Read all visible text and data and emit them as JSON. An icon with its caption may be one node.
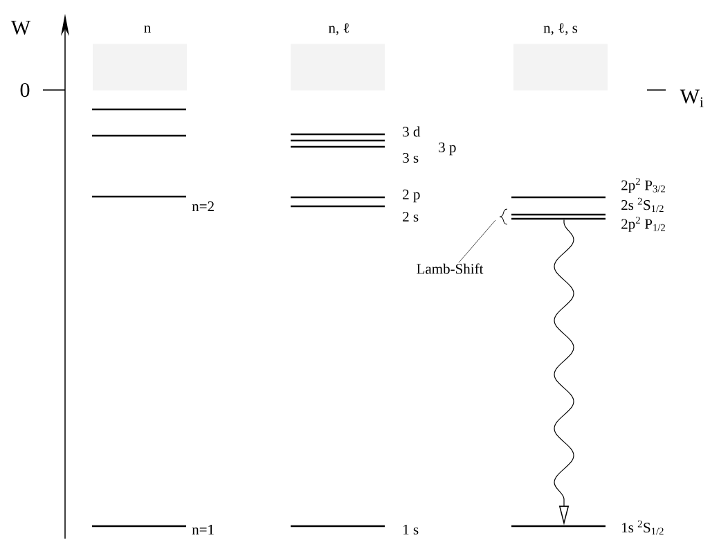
{
  "diagram": {
    "nodes": [
      {
        "text": [
          "n"
        ]
      },
      {
        "text": [
          "n, ℓ"
        ]
      },
      {
        "text": [
          "n, ℓ, s"
        ]
      },
      {
        "text": [],
        "shape": "bar"
      },
      {
        "text": [],
        "shape": "bar"
      },
      {
        "text": [],
        "shape": "bar",
        "beside": [
          "n=2"
        ]
      },
      {
        "text": [],
        "shape": "bar",
        "beside": [
          "n=1"
        ]
      },
      {
        "text": [],
        "shape": "bar",
        "beside": [
          "3 d"
        ]
      },
      {
        "text": [],
        "shape": "bar",
        "beside": [
          "3 p"
        ]
      },
      {
        "text": [],
        "shape": "bar",
        "beside": [
          "3 s"
        ]
      },
      {
        "text": [],
        "shape": "bar",
        "beside": [
          "2 p"
        ]
      },
      {
        "text": [],
        "shape": "bar",
        "beside": [
          "2 s"
        ]
      },
      {
        "text": [],
        "shape": "bar",
        "beside": [
          "1 s"
        ]
      },
      {
        "text": [],
        "shape": "bar",
        "beside": [
          "2p$^{2}$ P$_{3/2}$"
        ]
      },
      {
        "text": [],
        "shape": "bar",
        "beside": [
          "2s $^{2}$S$_{1/2}$"
        ]
      },
      {
        "text": [],
        "shape": "bar",
        "beside": [
          "2p$^{2}$ P$_{1/2}$"
        ]
      },
      {
        "text": [],
        "shape": "bar",
        "beside": [
          "1s $^{2}$S$_{1/2}$"
        ]
      },
      {
        "text": [
          "Lamb-Shift"
        ]
      }
    ],
    "edges": [
      {
        "from": 15,
        "to": 16,
        "arrow": "to"
      },
      {
        "from": 17,
        "to": null,
        "arrow": "none"
      }
    ],
    "labels": [
      "W",
      "0",
      "W$_{i}$"
    ]
  }
}
